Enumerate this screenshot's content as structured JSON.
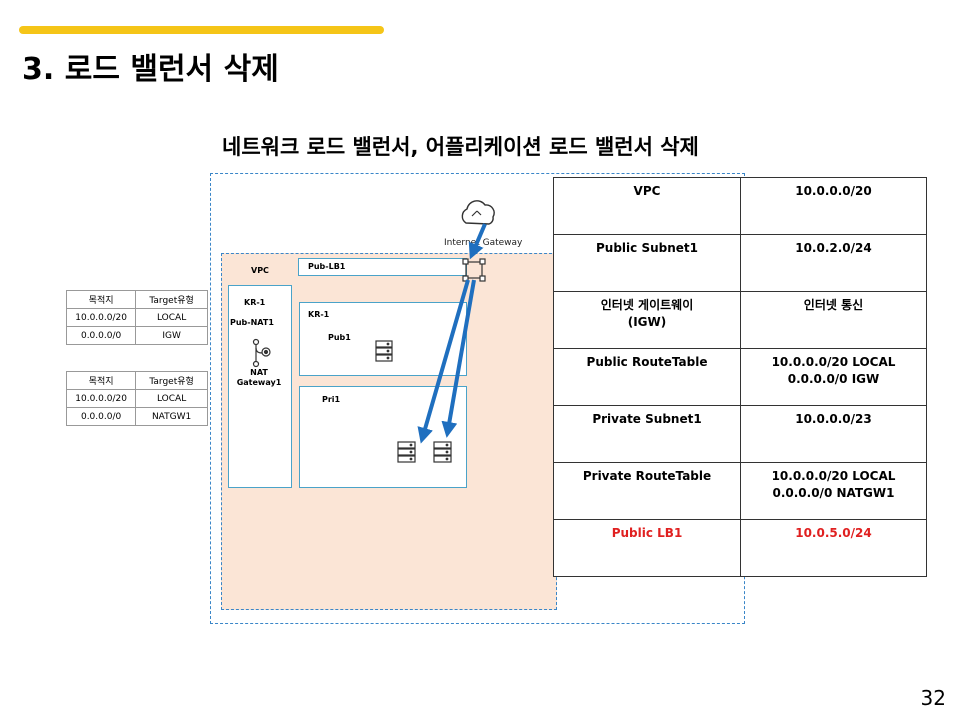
{
  "title": "3. 로드 밸런서 삭제",
  "subtitle": "네트워크 로드 밸런서, 어플리케이션 로드 밸런서 삭제",
  "page_number": "32",
  "colors": {
    "accent_bar": "#f5c518",
    "vpc_fill": "#fbe5d6",
    "subnet_border": "#4aa3c9",
    "arrow": "#1f6fbf",
    "highlight_text": "#e02020"
  },
  "diagram": {
    "vpc_label": "VPC",
    "lb_label": "Pub-LB1",
    "igw_label": "Internet Gateway",
    "nat_subnet": {
      "region": "KR-1",
      "name": "Pub-NAT1",
      "gateway": "NAT Gateway1"
    },
    "pub1_subnet": {
      "region": "KR-1",
      "name": "Pub1"
    },
    "pri1_subnet": {
      "name": "Pri1"
    },
    "icons": [
      "cloud-icon",
      "load-balancer-icon",
      "nat-gateway-icon",
      "server-icon"
    ]
  },
  "route_tables": [
    {
      "headers": [
        "목적지",
        "Target유형"
      ],
      "rows": [
        [
          "10.0.0.0/20",
          "LOCAL"
        ],
        [
          "0.0.0.0/0",
          "IGW"
        ]
      ]
    },
    {
      "headers": [
        "목적지",
        "Target유형"
      ],
      "rows": [
        [
          "10.0.0.0/20",
          "LOCAL"
        ],
        [
          "0.0.0.0/0",
          "NATGW1"
        ]
      ]
    }
  ],
  "info_table": [
    {
      "key": "VPC",
      "value": "10.0.0.0/20"
    },
    {
      "key": "Public Subnet1",
      "value": "10.0.2.0/24"
    },
    {
      "key": "인터넷 게이트웨이\n(IGW)",
      "value": "인터넷 통신"
    },
    {
      "key": "Public RouteTable",
      "value": "10.0.0.0/20 LOCAL\n0.0.0.0/0 IGW"
    },
    {
      "key": "Private Subnet1",
      "value": "10.0.0.0/23"
    },
    {
      "key": "Private RouteTable",
      "value": "10.0.0.0/20 LOCAL\n0.0.0.0/0 NATGW1"
    },
    {
      "key": "Public LB1",
      "value": "10.0.5.0/24",
      "highlight": true
    }
  ]
}
